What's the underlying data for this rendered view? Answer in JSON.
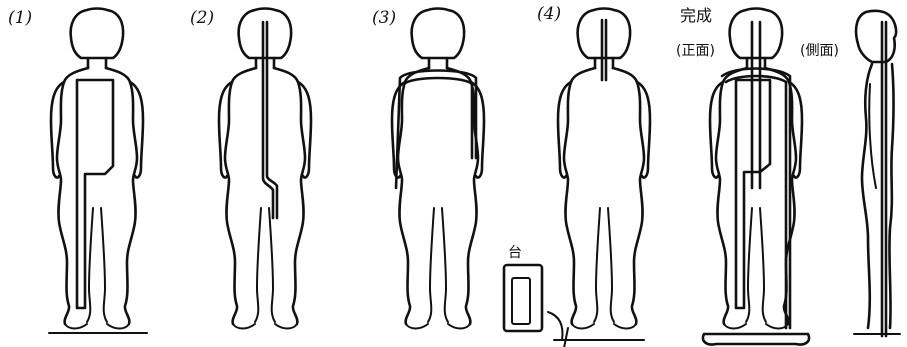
{
  "step_labels": [
    "(1)",
    "(2)",
    "(3)",
    "(4)"
  ],
  "completed": {
    "title": "完成",
    "front_label": "(正面)",
    "side_label": "(側面)"
  },
  "stand_label": "台",
  "ink_color": "#111111",
  "background": "#ffffff"
}
